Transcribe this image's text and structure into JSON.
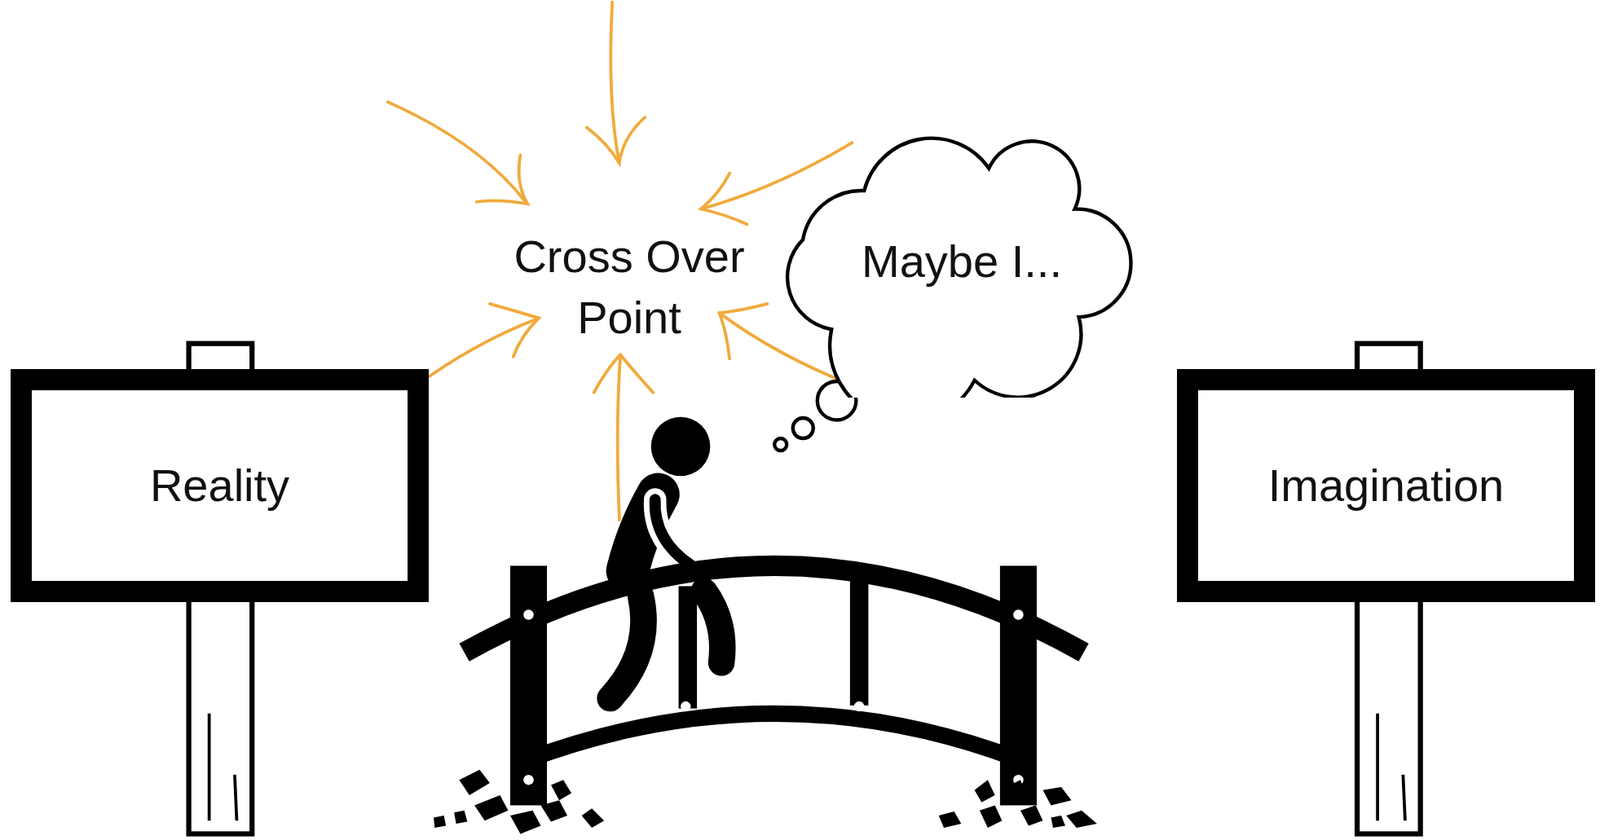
{
  "diagram": {
    "nodes": [
      {
        "text": [
          "Reality"
        ]
      },
      {
        "text": [
          "Maybe I..."
        ]
      },
      {
        "text": [
          "Imagination"
        ]
      }
    ],
    "labels": [
      "Cross Over Point"
    ]
  }
}
